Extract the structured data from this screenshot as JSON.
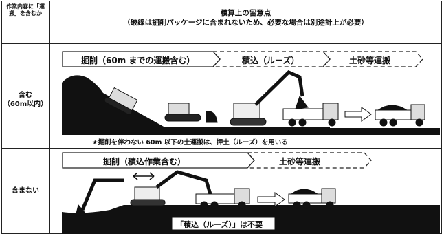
{
  "header": {
    "left_label": "作業内容に「運搬」を含むか",
    "title": "積算上の留意点",
    "subtitle": "（破線は掘削パッケージに含まれないため、必要な場合は別途計上が必要）"
  },
  "rows": [
    {
      "label": "含む",
      "sublabel": "（60m以内）",
      "arrows": [
        "掘削（60m までの運搬含む）",
        "積込（ルーズ）",
        "土砂等運搬"
      ],
      "note": "★掘削を伴わない 60m 以下の土運搬は、押土（ルーズ）を用いる"
    },
    {
      "label": "含まない",
      "arrows": [
        "掘削（積込作業含む）",
        "土砂等運搬"
      ],
      "note": "「積込（ルーズ）」は不要"
    }
  ],
  "colors": {
    "ink": "#111111",
    "line": "#222222",
    "background": "#ffffff"
  }
}
